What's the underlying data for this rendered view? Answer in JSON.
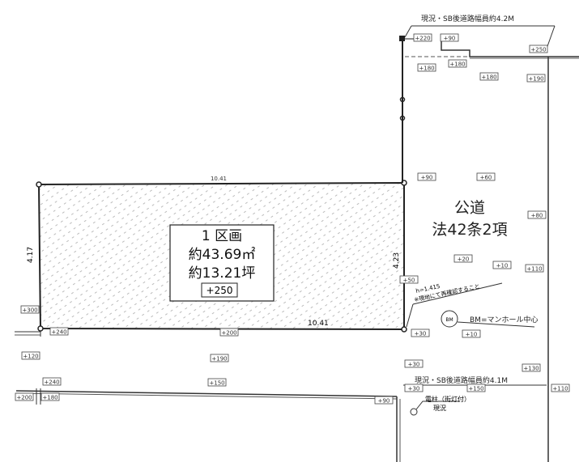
{
  "lot": {
    "title": "1 区画",
    "area_m2": "約43.69㎡",
    "area_tsubo": "約13.21坪",
    "level": "+250",
    "dim_top": "10.41",
    "dim_bottom": "10.41",
    "dim_left": "4.17",
    "dim_right": "4.23"
  },
  "road": {
    "name": "公道",
    "law": "法42条2項",
    "width_top": "現況・SB後道路幅員約4.2M",
    "width_bottom": "現況・SB後道路幅員約4.1M"
  },
  "notes": {
    "bm_symbol": "BM",
    "bm": "BM=マンホール中心",
    "recheck_dim": "h=1.415",
    "recheck": "※現地にて再確認すること",
    "pole": "電柱（街灯付）",
    "pole_status": "現況"
  },
  "levels": [
    "+220",
    "+90",
    "+250",
    "+180",
    "+180",
    "+180",
    "+190",
    "+90",
    "+60",
    "+80",
    "+20",
    "+10",
    "+110",
    "+50",
    "+30",
    "+10",
    "+300",
    "+240",
    "+200",
    "+120",
    "+190",
    "+240",
    "+200",
    "+180",
    "+150",
    "+30",
    "+30",
    "+130",
    "+150",
    "+90",
    "+110"
  ],
  "colors": {
    "line": "#222222",
    "hatch": "#bbbbbb"
  }
}
